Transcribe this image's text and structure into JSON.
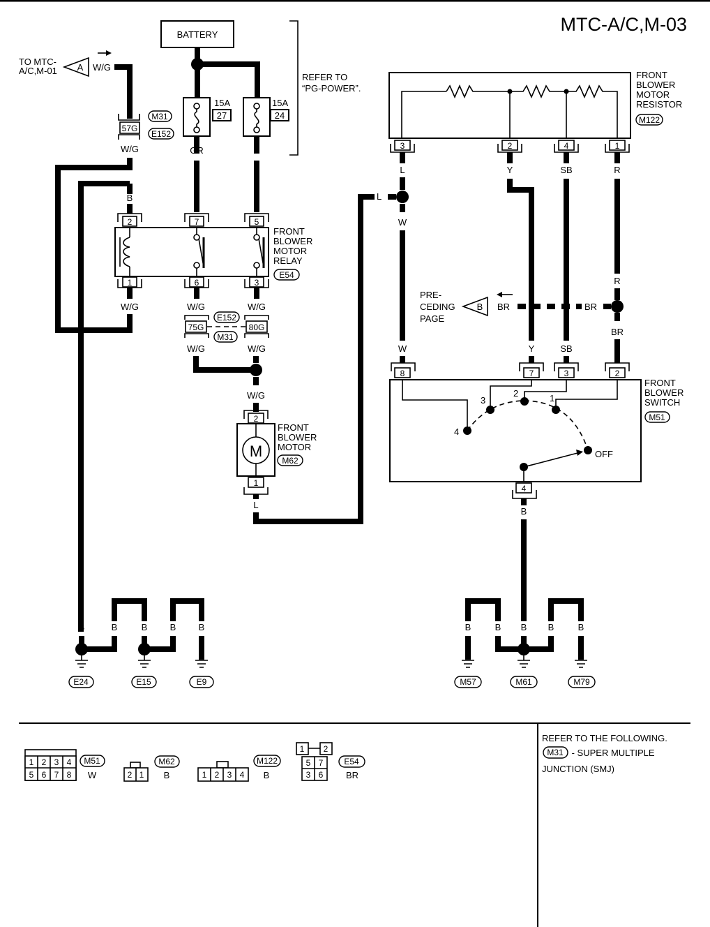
{
  "title": "MTC-A/C,M-03",
  "battery": {
    "label": "BATTERY"
  },
  "refer_pg": {
    "line1": "REFER TO",
    "line2": "“PG-POWER”."
  },
  "fuses": [
    {
      "amps": "15A",
      "num": "27"
    },
    {
      "amps": "15A",
      "num": "24"
    }
  ],
  "to_mtc": {
    "line1": "TO MTC-",
    "line2": "A/C,M-01",
    "connector": "A",
    "wire": "W/G"
  },
  "joint_smj": {
    "top": "M31",
    "bottom": "E152",
    "pin_top": "57G",
    "pin_left": "75G",
    "pin_right": "80G"
  },
  "relay": {
    "line1": "FRONT",
    "line2": "BLOWER",
    "line3": "MOTOR",
    "line4": "RELAY",
    "connector": "E54",
    "pins": [
      "2",
      "7",
      "5",
      "1",
      "6",
      "3"
    ]
  },
  "motor": {
    "line1": "FRONT",
    "line2": "BLOWER",
    "line3": "MOTOR",
    "connector": "M62",
    "symbol": "M",
    "pin_top": "2",
    "pin_bottom": "1"
  },
  "resistor": {
    "line1": "FRONT",
    "line2": "BLOWER",
    "line3": "MOTOR",
    "line4": "RESISTOR",
    "connector": "M122",
    "pins": [
      "3",
      "2",
      "4",
      "1"
    ]
  },
  "switch": {
    "line1": "FRONT",
    "line2": "BLOWER",
    "line3": "SWITCH",
    "connector": "M51",
    "pins": [
      "8",
      "7",
      "3",
      "2",
      "4"
    ],
    "positions": [
      "3",
      "2",
      "1",
      "4",
      "OFF"
    ]
  },
  "preceding": {
    "line1": "PRE-",
    "line2": "CEDING",
    "line3": "PAGE",
    "connector": "B"
  },
  "wire_colors": {
    "WG": "W/G",
    "GR": "GR",
    "L": "L",
    "B": "B",
    "W": "W",
    "Y": "Y",
    "SB": "SB",
    "R": "R",
    "BR": "BR"
  },
  "grounds_left": [
    "E24",
    "E15",
    "E9"
  ],
  "grounds_right": [
    "M57",
    "M61",
    "M79"
  ],
  "legend": {
    "m51": {
      "pins_top": [
        "1",
        "2",
        "3",
        "4"
      ],
      "pins_bottom": [
        "5",
        "6",
        "7",
        "8"
      ],
      "id": "M51",
      "color": "W"
    },
    "m62": {
      "pins": [
        "2",
        "1"
      ],
      "id": "M62",
      "color": "B"
    },
    "m122": {
      "pins": [
        "1",
        "2",
        "3",
        "4"
      ],
      "id": "M122",
      "color": "B"
    },
    "e54": {
      "pins_top": [
        "1",
        "2"
      ],
      "pins_mid": [
        "5",
        "7"
      ],
      "pins_bottom": [
        "3",
        "6"
      ],
      "id": "E54",
      "color": "BR"
    }
  },
  "refer_following": {
    "line1": "REFER TO THE FOLLOWING.",
    "badge": "M31",
    "line2": " - SUPER MULTIPLE",
    "line3": "JUNCTION (SMJ)"
  }
}
